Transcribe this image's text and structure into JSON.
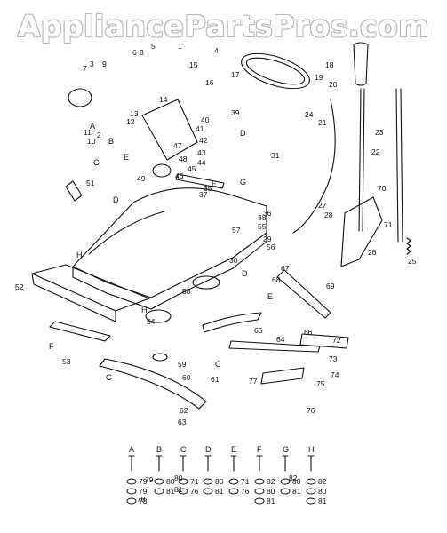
{
  "watermark": "AppliancePartsPros.com",
  "part_labels": [
    "1",
    "2",
    "3",
    "4",
    "5",
    "6",
    "7",
    "8",
    "9",
    "10",
    "11",
    "12",
    "13",
    "14",
    "15",
    "16",
    "17",
    "18",
    "19",
    "20",
    "21",
    "22",
    "23",
    "24",
    "25",
    "26",
    "27",
    "28",
    "29",
    "30",
    "31",
    "35",
    "36",
    "37",
    "38",
    "39",
    "40",
    "41",
    "42",
    "43",
    "44",
    "45",
    "46",
    "47",
    "48",
    "49",
    "51",
    "52",
    "53",
    "54",
    "55",
    "56",
    "57",
    "58",
    "59",
    "60",
    "61",
    "62",
    "63",
    "64",
    "65",
    "66",
    "67",
    "68",
    "69",
    "70",
    "71",
    "72",
    "73",
    "74",
    "75",
    "76",
    "77",
    "78",
    "79",
    "80",
    "81",
    "82"
  ],
  "hardware_groups": [
    {
      "letter": "A",
      "parts": [
        "79",
        "79",
        "78"
      ]
    },
    {
      "letter": "B",
      "parts": [
        "80",
        "81"
      ]
    },
    {
      "letter": "C",
      "parts": [
        "71",
        "76"
      ]
    },
    {
      "letter": "D",
      "parts": [
        "80",
        "81"
      ]
    },
    {
      "letter": "E",
      "parts": [
        "71",
        "76"
      ]
    },
    {
      "letter": "F",
      "parts": [
        "82",
        "80",
        "81"
      ]
    },
    {
      "letter": "G",
      "parts": [
        "80",
        "81"
      ]
    },
    {
      "letter": "H",
      "parts": [
        "82",
        "80",
        "81"
      ]
    }
  ],
  "colors": {
    "ink": "#111111",
    "watermark": "#ffffff"
  }
}
